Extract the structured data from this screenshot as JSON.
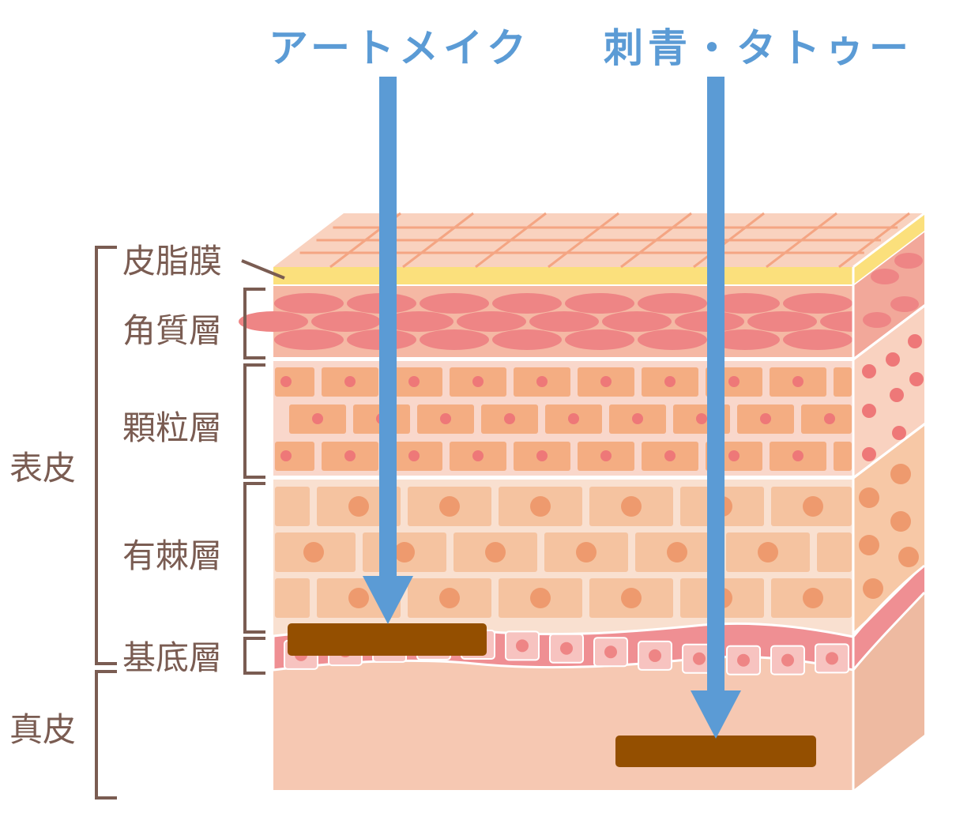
{
  "titles": {
    "art_make": "アートメイク",
    "tattoo": "刺青・タトゥー"
  },
  "layers": {
    "sebum": "皮脂膜",
    "stratum_corneum": "角質層",
    "stratum_granulosum": "顆粒層",
    "stratum_spinosum": "有棘層",
    "stratum_basale": "基底層"
  },
  "regions": {
    "epidermis": "表皮",
    "dermis": "真皮"
  },
  "colors": {
    "arrow": "#5b9bd5",
    "pigment": "#944f00",
    "label": "#7a5c52",
    "sebum": "#fbe07c",
    "dermis": "#f6c8b2"
  }
}
